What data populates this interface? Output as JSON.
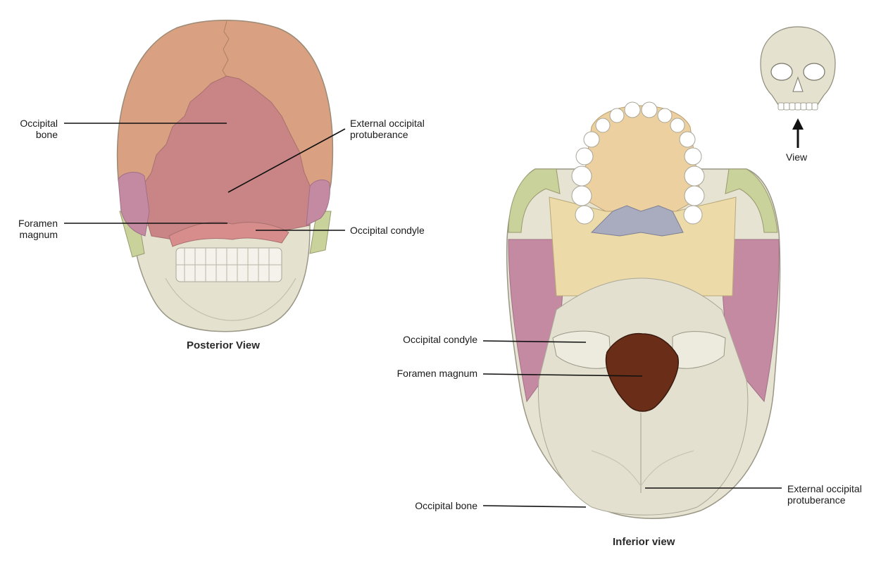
{
  "posterior": {
    "caption": "Posterior View",
    "labels": {
      "occipital_bone": [
        "Occipital",
        "bone"
      ],
      "external_occipital_protuberance": [
        "External occipital",
        "protuberance"
      ],
      "foramen_magnum": [
        "Foramen",
        "magnum"
      ],
      "occipital_condyle": "Occipital condyle"
    }
  },
  "inferior": {
    "caption": "Inferior view",
    "labels": {
      "occipital_condyle": "Occipital condyle",
      "foramen_magnum": "Foramen magnum",
      "occipital_bone": "Occipital bone",
      "external_occipital_protuberance": [
        "External occipital",
        "protuberance"
      ]
    }
  },
  "inset": {
    "view_label": "View"
  },
  "colors": {
    "parietal": "#d9a182",
    "occipital": "#c98585",
    "temporal": "#c48aa2",
    "zygomatic": "#c9d29a",
    "bone_base": "#e6e3d2",
    "maxilla": "#ecd09f",
    "sphenoid": "#ecdba8",
    "vomer": "#a9abbf",
    "foramen": "#6a2e18",
    "teeth": "#ffffff"
  }
}
